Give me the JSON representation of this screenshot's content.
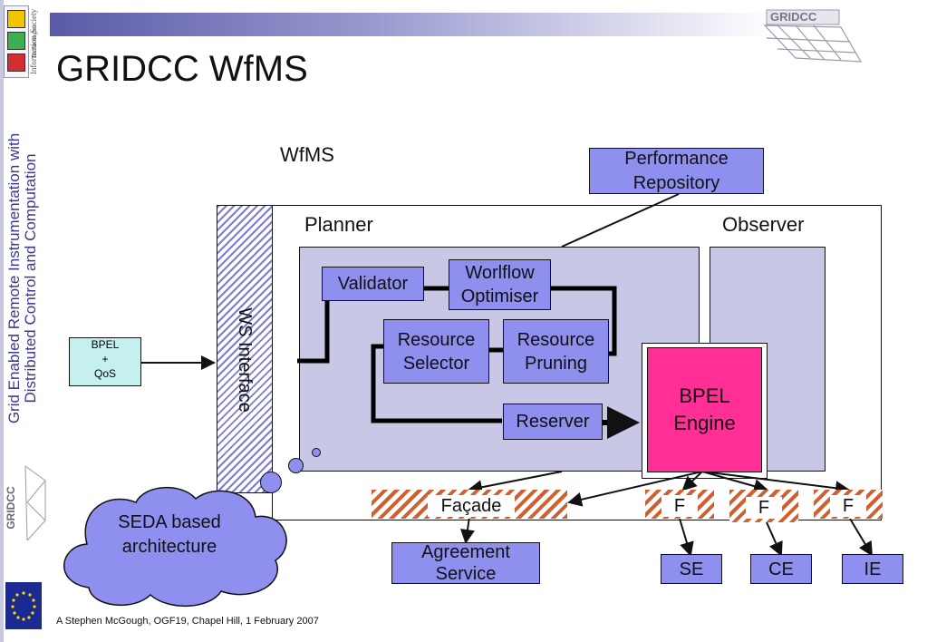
{
  "slide": {
    "title": "GRIDCC WfMS",
    "footer": "A Stephen McGough, OGF19, Chapel Hill, 1 February 2007",
    "side_title_line1": "Grid Enabled Remote Instrumentation with",
    "side_title_line2": "Distributed Control and Computation",
    "ist_line1": "Information Society",
    "ist_line2": "Technologies",
    "logo_text": "GRIDCC",
    "side_logo_text": "GRIDCC"
  },
  "diagram": {
    "wfms_label": "WfMS",
    "planner_label": "Planner",
    "observer_label": "Observer",
    "ws_interface": "WS Interface",
    "bpel_qos": [
      "BPEL",
      "+",
      "QoS"
    ],
    "performance_repository": "Performance Repository",
    "validator": "Validator",
    "workflow_optimiser": "Worlflow Optimiser",
    "resource_selector": "Resource Selector",
    "resource_pruning": "Resource Pruning",
    "reserver": "Reserver",
    "bpel_engine": "BPEL Engine",
    "facade": "Façade",
    "f1": "F",
    "f2": "F",
    "f3": "F",
    "agreement_service": "Agreement Service",
    "se": "SE",
    "ce": "CE",
    "ie": "IE",
    "seda": "SEDA based architecture"
  },
  "colors": {
    "box_blue": "#8f8ff0",
    "planner_fill": "#c8c8e6",
    "bpel_engine": "#ff2f96",
    "hatch_orange": "#d06030",
    "topbar": "#5a5aa8"
  }
}
